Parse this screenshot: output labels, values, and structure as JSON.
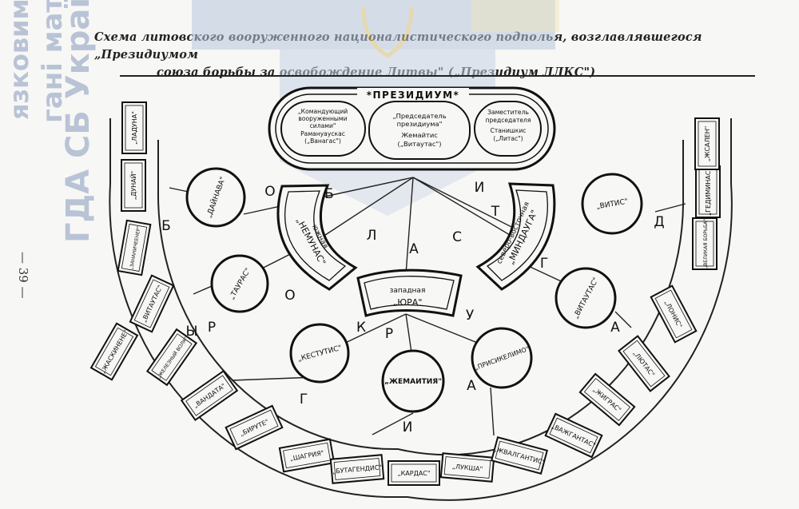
{
  "watermark": {
    "lines": [
      "гані матеріалів",
      "ГДА СБ України",
      "язковим"
    ]
  },
  "title": {
    "line1": "Схема литовского вооруженного националистического подполья, возглавлявшегося „Президиумом",
    "line2": "союза борьбы за освобождение Литвы\" („Президиум ЛЛКС\")"
  },
  "page_number": "— 39 —",
  "presidium": {
    "label": "*ПРЕЗИДИУМ*",
    "left": {
      "lines": [
        "„Командующий",
        "вооруженными",
        "силами\"",
        "Рамануаускас",
        "(„Ванагас\")"
      ]
    },
    "center": {
      "lines": [
        "„Председатель",
        "президиума\"",
        "Жемайтис",
        "(„Витаутас\")"
      ]
    },
    "right": {
      "lines": [
        "Заместитель",
        "председателя",
        "Станишкис",
        "(„Литас\")"
      ]
    }
  },
  "regions": {
    "south": {
      "lines": [
        "южная",
        "„НЕМУНАС\""
      ]
    },
    "west": {
      "lines": [
        "западная",
        "„ЮРА\""
      ]
    },
    "northeast": {
      "lines": [
        "северо-восточная",
        "„МИНДАУГА\""
      ]
    }
  },
  "districts": {
    "daynava": "„ДАЙНАВА\"",
    "tauras": "„ТАУРАС\"",
    "kestutis": "„КЕСТУТИС\"",
    "zemaitija": "„ЖЕМАИТИЯ\"",
    "prisikelimo": "„ПРИСИКЕЛИМО\"",
    "vytautas": "„ВИТАУТАС\"",
    "vytis": "„ВИТИС\""
  },
  "units": [
    "„ЛАДУНА\"",
    "„ДУНАЙ\"",
    "„ЗАНАНИЧЕЕНЕР\"",
    "„ВИТАУТАС\"",
    "„ЖЕЛЕЗНЫЙ ВОЛК\"",
    "„ЖАСКИНЕНЕ\"",
    "„ВАНДАТА\"",
    "„БИРУТЕ\"",
    "„ШАГРИЯ\"",
    "„БУТАГЕНДИС\"",
    "„КАРДАС\"",
    "„ЛУКША\"",
    "„ЖВАЛГАНТИС\"",
    "„ВАЖГАНТАС\"",
    "„ЖИГРАС\"",
    "„ЛЮТАС\"",
    "„ЛОНИС\"",
    "„ВЕЛИКАЯ БОРЬБА\"",
    "„ГЕДИМИНАС\"",
    "„ЖСАЛЕН\""
  ],
  "arc_letters": {
    "regions_label": [
      "О",
      "Б",
      "Л",
      "А",
      "С",
      "Т",
      "И"
    ],
    "districts_label": [
      "О",
      "К",
      "Р",
      "У",
      "Г",
      "А"
    ],
    "outer_label": [
      "Б",
      "Р",
      "И",
      "Г",
      "А",
      "Д",
      "Ы"
    ]
  }
}
